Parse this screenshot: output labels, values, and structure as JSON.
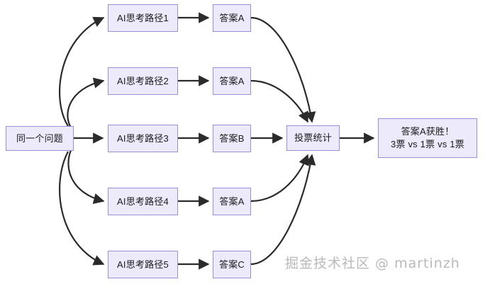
{
  "diagram": {
    "title": "AI multi-path reasoning majority vote flow",
    "background_color": "#FFFFFF",
    "node_fill_color": "#ECEAFB",
    "node_border_color": "#9A8FD6",
    "edge_color": "#2B2B2B",
    "text_color": "#1A1A1A"
  },
  "nodes": {
    "question": {
      "label": "同一个问题"
    },
    "paths": [
      {
        "label": "AI思考路径1"
      },
      {
        "label": "AI思考路径2"
      },
      {
        "label": "AI思考路径3"
      },
      {
        "label": "AI思考路径4"
      },
      {
        "label": "AI思考路径5"
      }
    ],
    "answers": [
      {
        "label": "答案A"
      },
      {
        "label": "答案A"
      },
      {
        "label": "答案B"
      },
      {
        "label": "答案A"
      },
      {
        "label": "答案C"
      }
    ],
    "vote": {
      "label": "投票统计"
    },
    "result": {
      "line1": "答案A获胜！",
      "line2": "3票 vs 1票 vs 1票"
    }
  },
  "watermark": {
    "text": "掘金技术社区 @ martinzh",
    "color": "#B9B9B9"
  }
}
